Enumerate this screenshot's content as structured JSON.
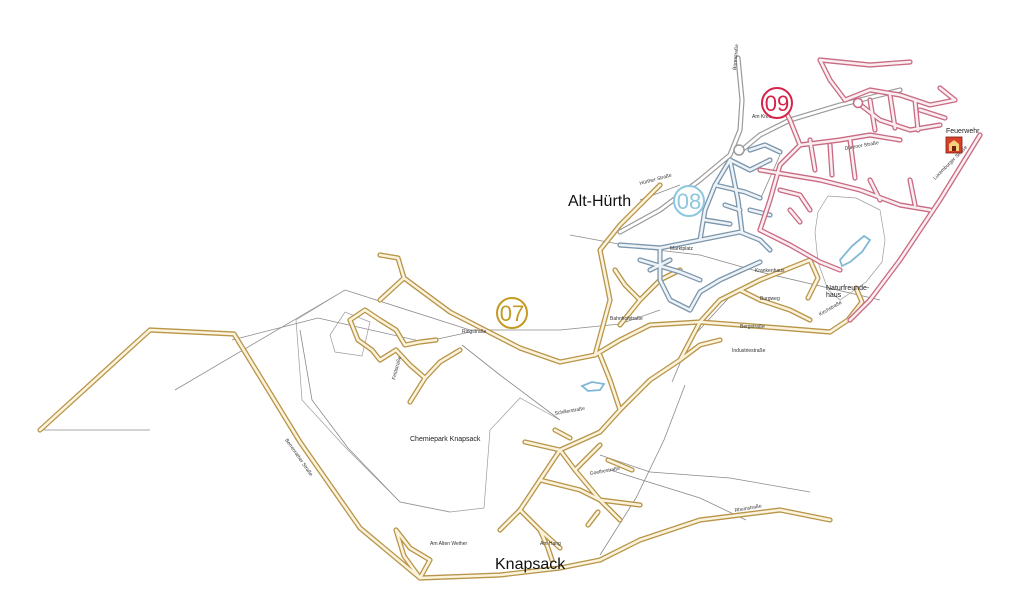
{
  "places": {
    "alt_huerth": "Alt-Hürth",
    "knapsack": "Knapsack",
    "chemiepark": "Chemiepark Knapsack",
    "naturfreundehaus": "Naturfreunde-\nhaus",
    "feuerwehr": "Feuerwehr"
  },
  "districts": [
    {
      "number": "07",
      "color": "#c49a23"
    },
    {
      "number": "08",
      "color": "#8cc7df"
    },
    {
      "number": "09",
      "color": "#d6234a"
    }
  ],
  "colors": {
    "zone_07_roads": "#b8954a",
    "zone_08_roads": "#7b96ad",
    "zone_09_roads": "#c96a83",
    "feuerwehr_icon": "#d8402a"
  },
  "street_labels": {
    "bonnstrasse": "Bonnstraße",
    "industriestrasse": "Industriestraße",
    "ringstrasse": "Ringstraße",
    "bergstrasse": "Bergstraße",
    "kirchstrasse": "Kirchstraße",
    "marktplatz": "Marktplatz",
    "huerther_strasse": "Hürther Straße",
    "duerener_strasse": "Dürener Straße",
    "luxemburger_strasse": "Luxemburger Straße",
    "berrenrather_strasse": "Berrenrather Straße",
    "feldstrasse": "Feldstraße",
    "schillerstrasse": "Schillerstraße",
    "goethestrasse": "Goethestraße",
    "bahnhofstrasse": "Bahnhofstraße",
    "krankenhaus": "Krankenhaus",
    "am_kreisel": "Am Kreisel",
    "burgweg": "Burgweg",
    "am_hang": "Am Hang",
    "am_alten_weiher": "Am Alten Weiher",
    "rheinstrasse": "Rheinstraße"
  }
}
